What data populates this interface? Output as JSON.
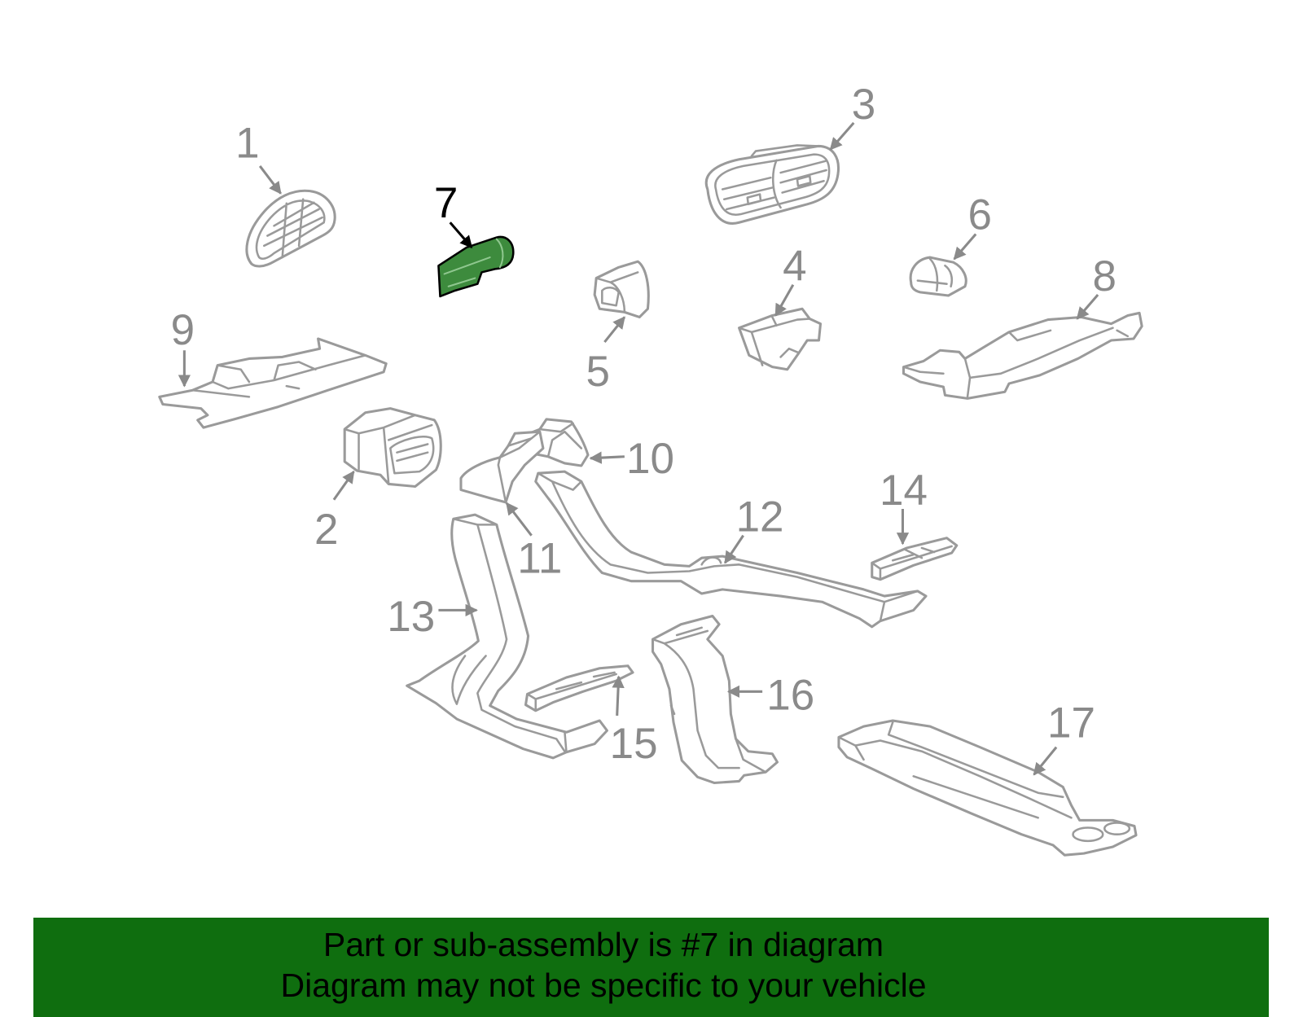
{
  "callouts": [
    "1",
    "2",
    "3",
    "4",
    "5",
    "6",
    "7",
    "8",
    "9",
    "10",
    "11",
    "12",
    "13",
    "14",
    "15",
    "16",
    "17"
  ],
  "banner": {
    "line1": "Part or sub-assembly is #7 in diagram",
    "line2": "Diagram may not be specific to your vehicle"
  },
  "colors": {
    "banner_background": "#0f6e0f",
    "highlight_fill": "#3d8b3d",
    "highlight_outline": "#000000",
    "part_outline": "#9a9a9a",
    "callout_text": "#8a8a8a"
  }
}
